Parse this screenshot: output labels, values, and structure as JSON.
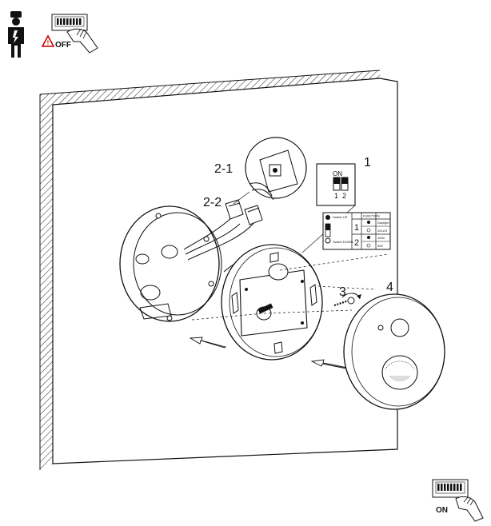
{
  "warning": {
    "off_label": "OFF",
    "on_label": "ON",
    "electrician_icon": "electrician-icon",
    "warning_icon": "warning-triangle-icon",
    "breaker_icon": "circuit-breaker-hand-icon"
  },
  "callouts": {
    "step1": "1",
    "step2_1": "2-1",
    "step2_2": "2-2",
    "step3": "3",
    "step4": "4"
  },
  "dip_switch": {
    "on_label": "ON",
    "pin1": "1",
    "pin2": "2"
  },
  "settings_table": {
    "switch_up": "Switch UP",
    "switch_down": "Switch DOWN",
    "rows": [
      {
        "num": "1",
        "up_value": "Daylight",
        "down_value": "20LUX"
      },
      {
        "num": "2",
        "up_value": "1000",
        "down_value": "300"
      }
    ],
    "header": "FUNCTION"
  },
  "colors": {
    "line": "#111111",
    "fill": "#ffffff",
    "hatch": "#222222"
  }
}
